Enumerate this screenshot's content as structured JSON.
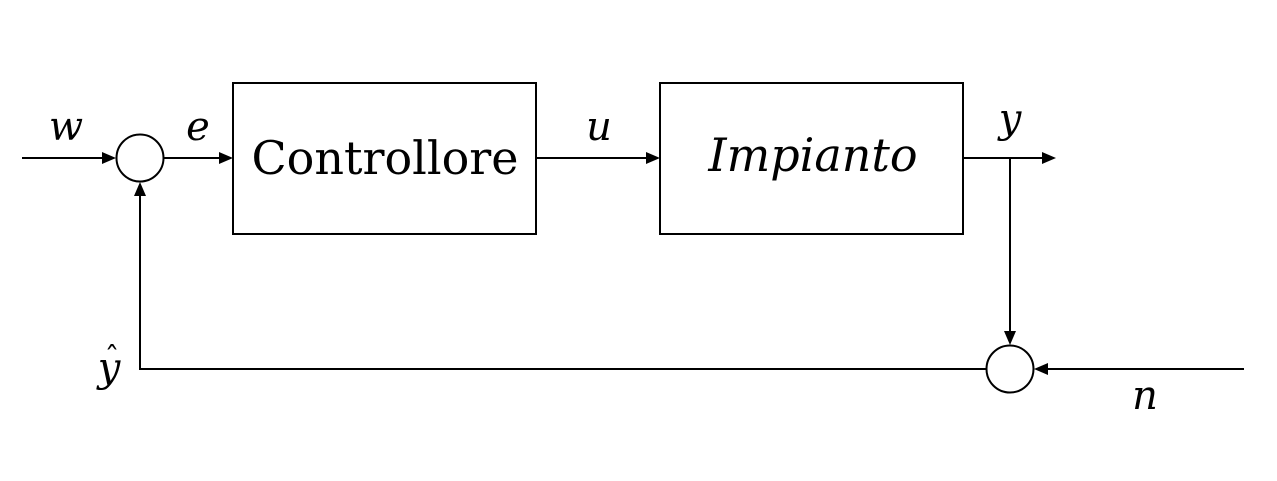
{
  "blocks": {
    "controller": {
      "label": "Controllore"
    },
    "plant": {
      "label": "Impianto"
    }
  },
  "signals": {
    "reference": "w",
    "error": "e",
    "control": "u",
    "output": "y",
    "noise": "n",
    "measured": "y",
    "measured_accent": "ˆ"
  }
}
